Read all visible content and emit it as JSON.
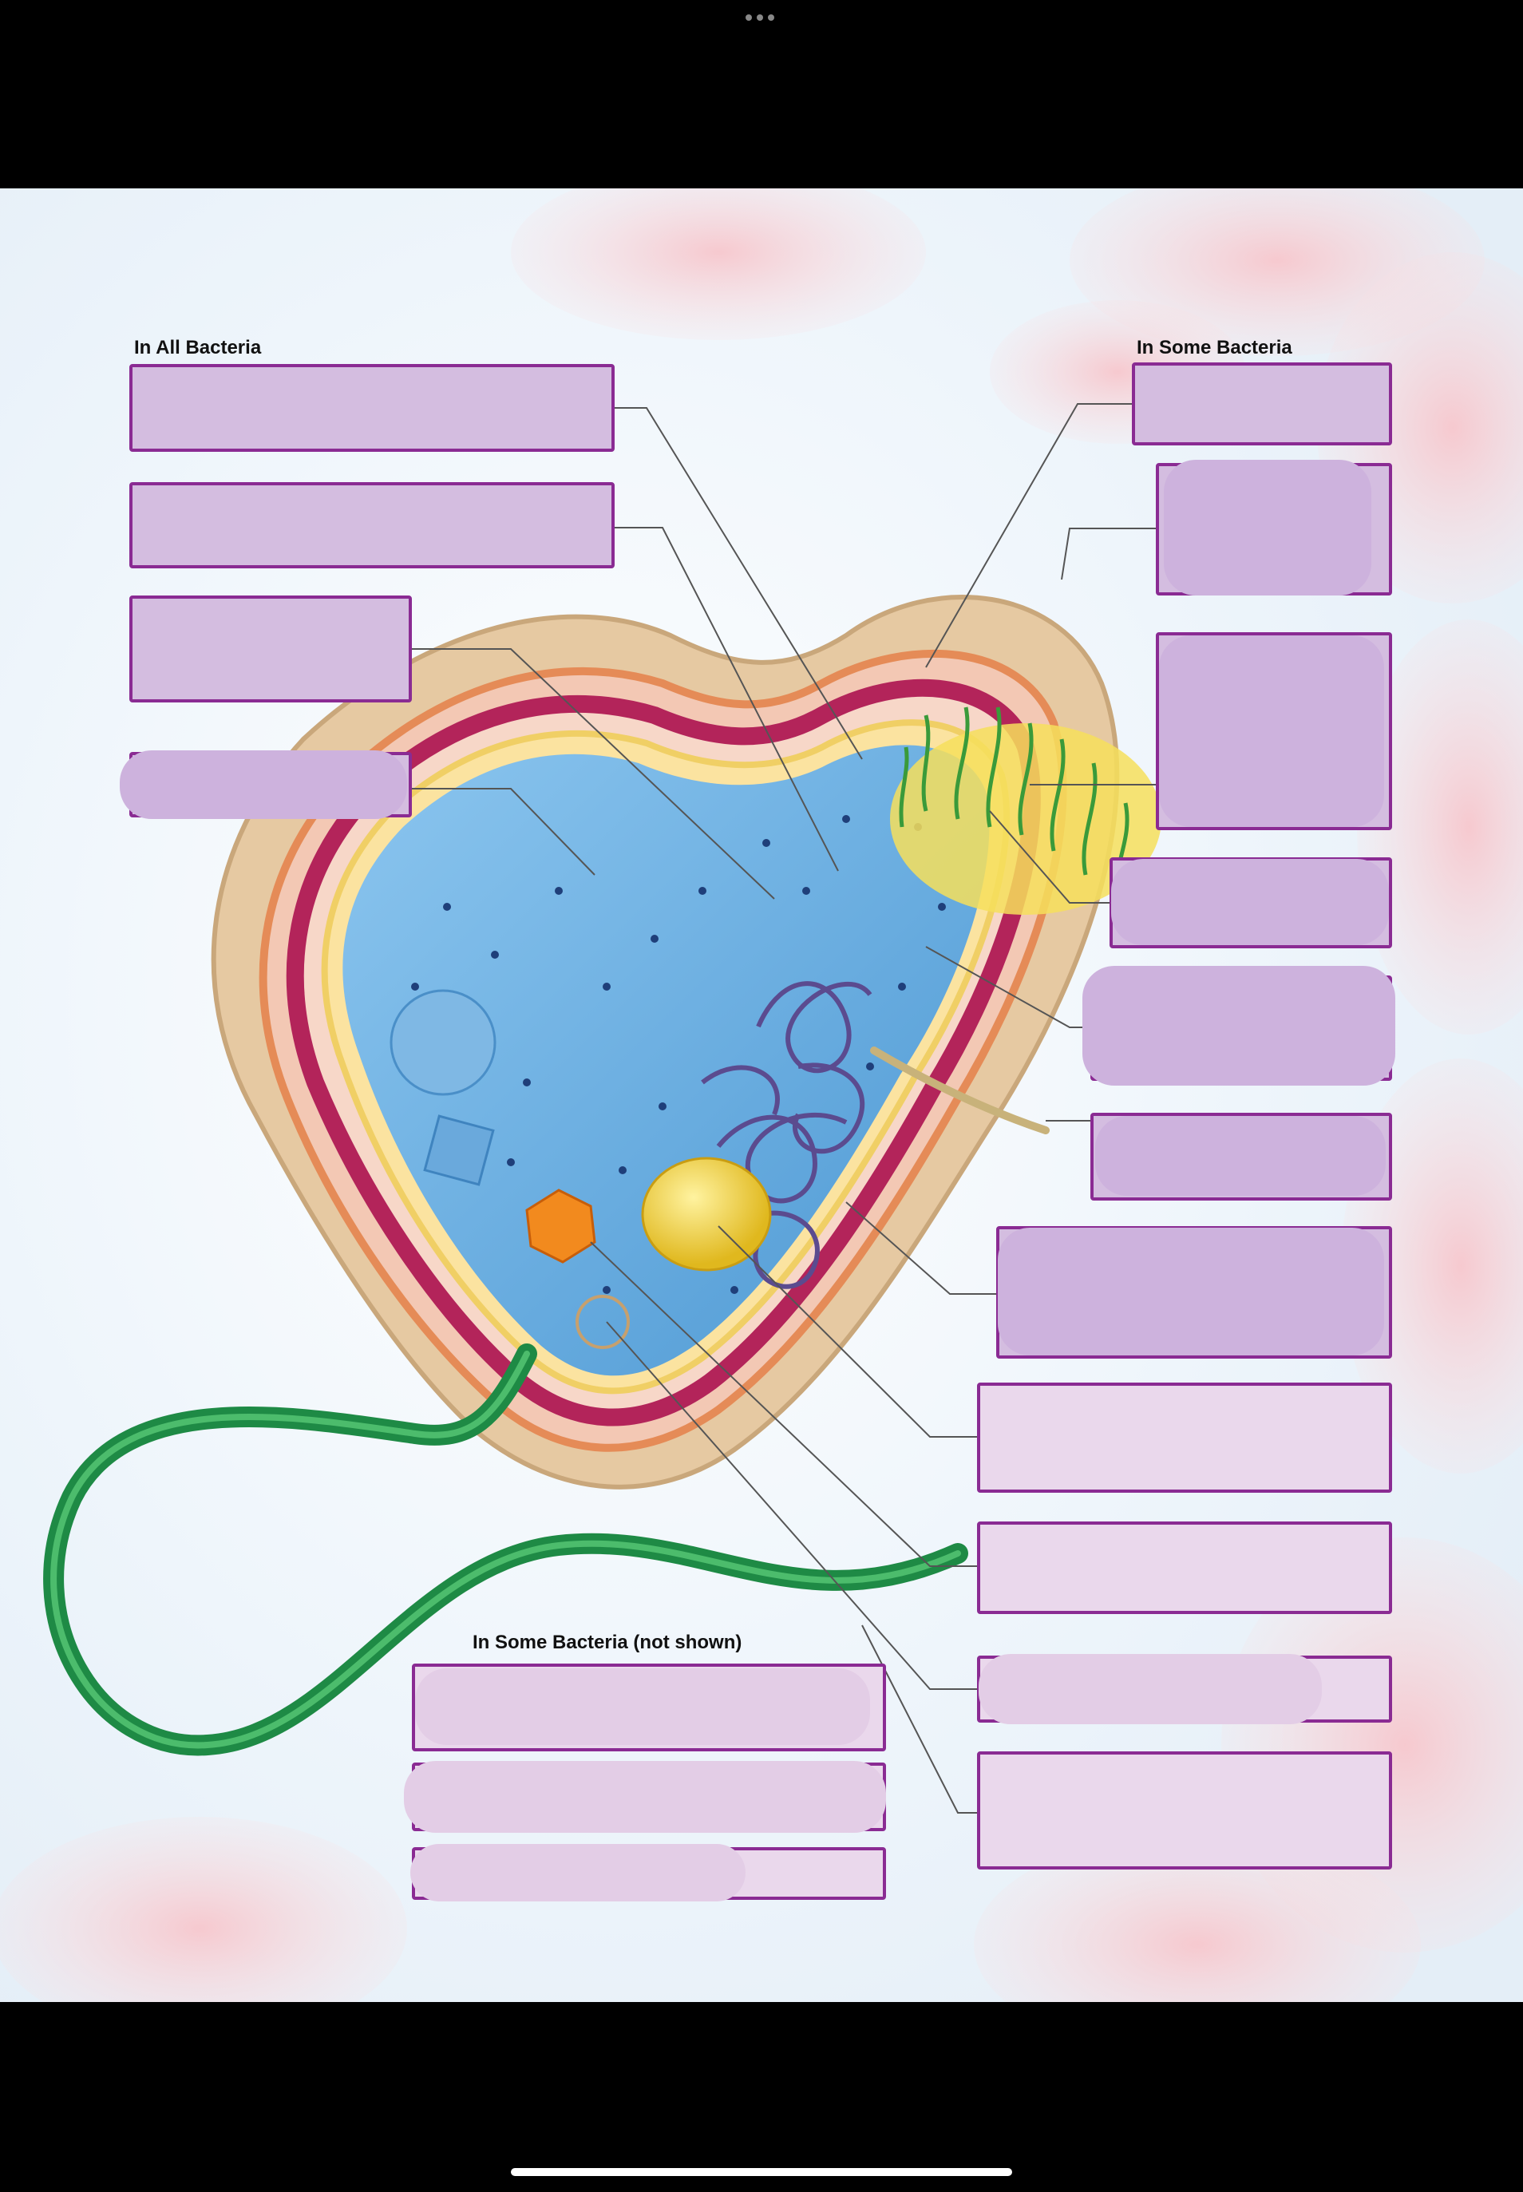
{
  "headings": {
    "in_all": "In All Bacteria",
    "in_some": "In Some Bacteria",
    "not_shown": "In Some Bacteria (not shown)"
  },
  "label_boxes": {
    "left": [
      "",
      "",
      "",
      ""
    ],
    "right": [
      "",
      "",
      "",
      "",
      "",
      "",
      "",
      "",
      "",
      "",
      "",
      ""
    ],
    "not_shown": [
      "",
      "",
      ""
    ]
  },
  "colors": {
    "box_border": "#8a2b93",
    "box_fill": "#d4bde0",
    "box_fill_light": "#ead8ec",
    "cytoplasm": "#5aa8dc",
    "flagellum": "#1e8a45",
    "cell_wall": "#b3245a"
  }
}
